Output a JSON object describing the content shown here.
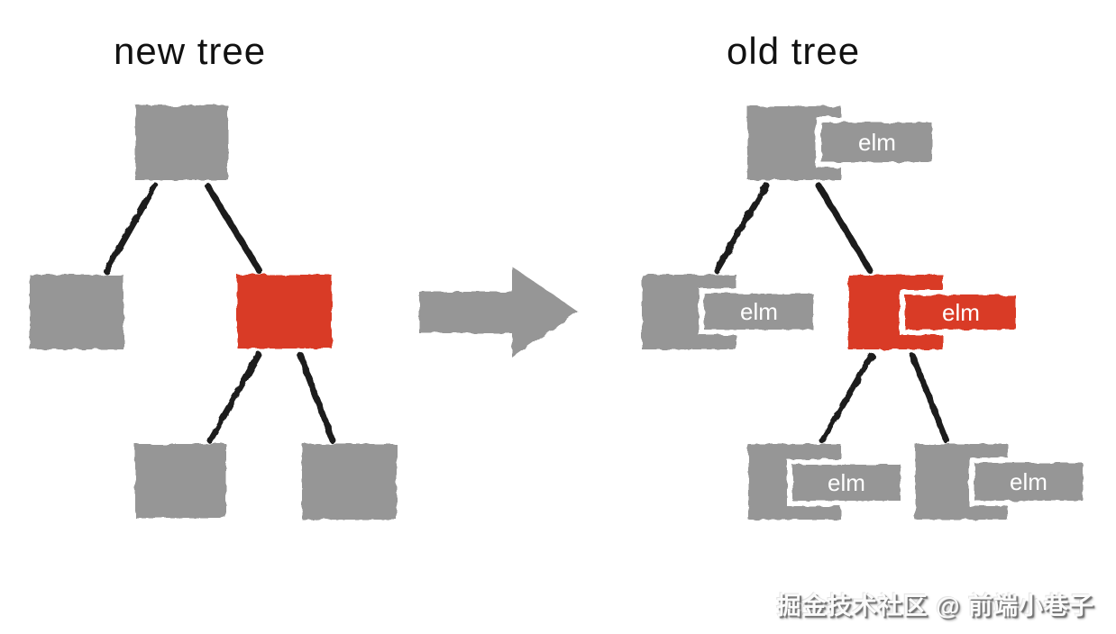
{
  "new_tree": {
    "title": "new tree",
    "nodes": [
      {
        "id": "root",
        "color": "gray"
      },
      {
        "id": "left-child",
        "color": "gray"
      },
      {
        "id": "right-child",
        "color": "red"
      },
      {
        "id": "grandchild-left",
        "color": "gray"
      },
      {
        "id": "grandchild-right",
        "color": "gray"
      }
    ]
  },
  "old_tree": {
    "title": "old tree",
    "node_tags": {
      "root": "elm",
      "left_child": "elm",
      "right_child": "elm",
      "grandchild_left": "elm",
      "grandchild_right": "elm"
    },
    "nodes": [
      {
        "id": "root",
        "color": "gray",
        "tag": "elm"
      },
      {
        "id": "left-child",
        "color": "gray",
        "tag": "elm"
      },
      {
        "id": "right-child",
        "color": "red",
        "tag": "elm"
      },
      {
        "id": "grandchild-left",
        "color": "gray",
        "tag": "elm"
      },
      {
        "id": "grandchild-right",
        "color": "gray",
        "tag": "elm"
      }
    ]
  },
  "arrow": {
    "direction": "right"
  },
  "watermark": {
    "text": "掘金技术社区 @ 前端小巷子"
  },
  "colors": {
    "page_bg": "#ffffff",
    "node_gray": "#969696",
    "highlight_red": "#d93b26",
    "edge_black": "#1c1c1c",
    "tag_text": "#ffffff",
    "title_text": "#111111"
  }
}
